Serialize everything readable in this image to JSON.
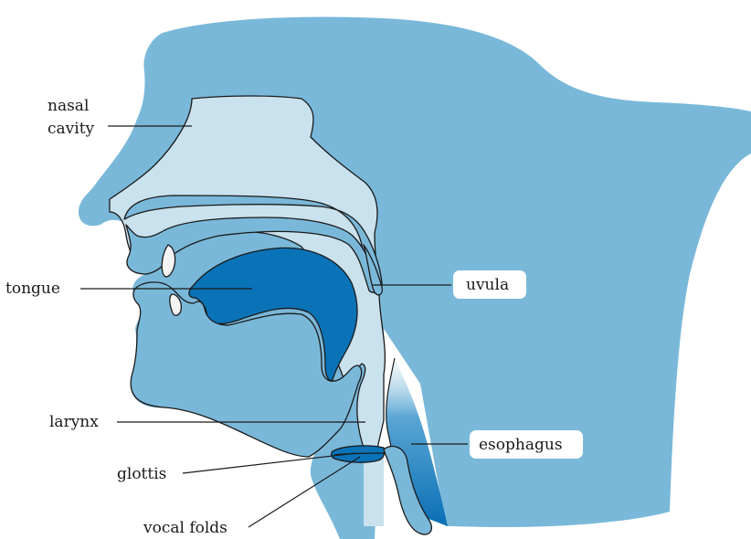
{
  "labels": {
    "nasal_line1": "nasal",
    "nasal_line2": "cavity",
    "tongue": "tongue",
    "uvula": "uvula",
    "larynx": "larynx",
    "esophagus": "esophagus",
    "glottis": "glottis",
    "vocal_folds": "vocal folds"
  },
  "colors": {
    "head_fill": "#7ab8d9",
    "cavity_fill": "#c9e2ee",
    "tongue_fill": "#0a73b8",
    "esophagus_fill": "#1a7fc0",
    "tooth_fill": "#f4f4f4",
    "background": "#ffffff"
  }
}
